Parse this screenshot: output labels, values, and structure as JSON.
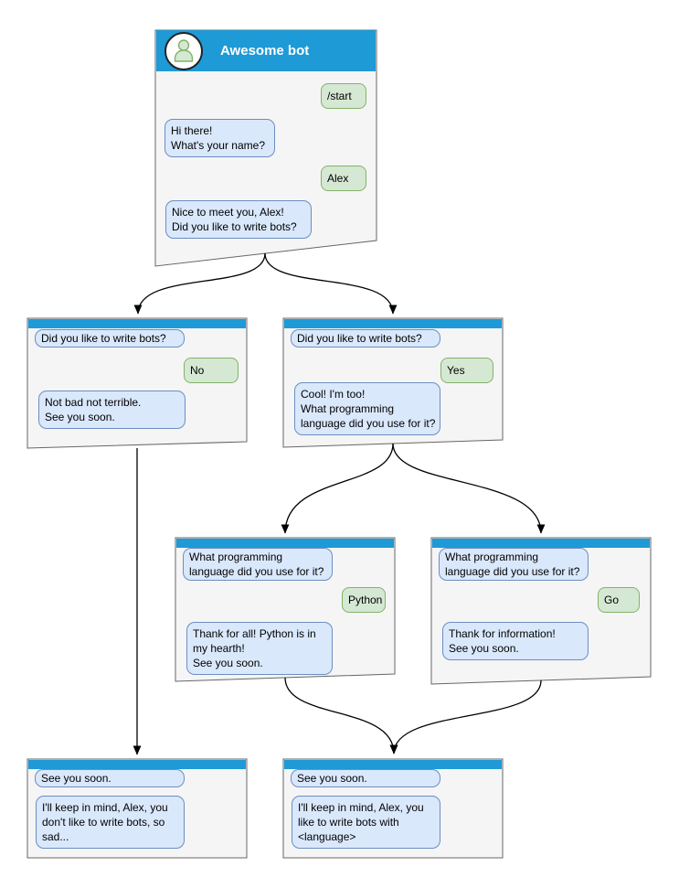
{
  "colors": {
    "header_blue": "#1e9ad6",
    "bot_bubble_fill": "#dae8fc",
    "bot_bubble_border": "#6c8ebf",
    "user_bubble_fill": "#d5e8d4",
    "user_bubble_border": "#82b366",
    "window_fill": "#f5f5f5",
    "window_border": "#666666",
    "arrow_color": "#000000",
    "title_text": "#ffffff"
  },
  "icons": {
    "avatar": "bot-person-icon"
  },
  "windows": {
    "main": {
      "title": "Awesome bot",
      "messages": [
        {
          "from": "user",
          "text": "/start"
        },
        {
          "from": "bot",
          "text": "Hi there!\nWhat's your name?"
        },
        {
          "from": "user",
          "text": "Alex"
        },
        {
          "from": "bot",
          "text": "Nice to meet you, Alex!\nDid you like to write bots?"
        }
      ]
    },
    "no_branch": {
      "messages": [
        {
          "from": "bot",
          "text": "Did you like to write bots?"
        },
        {
          "from": "user",
          "text": "No"
        },
        {
          "from": "bot",
          "text": "Not bad not terrible.\nSee you soon."
        }
      ]
    },
    "yes_branch": {
      "messages": [
        {
          "from": "bot",
          "text": "Did you like to write bots?"
        },
        {
          "from": "user",
          "text": "Yes"
        },
        {
          "from": "bot",
          "text": "Cool! I'm too!\nWhat programming\nlanguage did you use for it?"
        }
      ]
    },
    "python_branch": {
      "messages": [
        {
          "from": "bot",
          "text": "What programming\nlanguage did you use for it?"
        },
        {
          "from": "user",
          "text": "Python"
        },
        {
          "from": "bot",
          "text": "Thank for all! Python is in\nmy hearth!\nSee you soon."
        }
      ]
    },
    "go_branch": {
      "messages": [
        {
          "from": "bot",
          "text": "What programming\nlanguage did you use for it?"
        },
        {
          "from": "user",
          "text": "Go"
        },
        {
          "from": "bot",
          "text": "Thank for information!\nSee you soon."
        }
      ]
    },
    "end_no": {
      "messages": [
        {
          "from": "bot",
          "text": "See you soon."
        },
        {
          "from": "bot",
          "text": "I'll keep in mind, Alex, you\ndon't like to write bots, so\nsad..."
        }
      ]
    },
    "end_language": {
      "messages": [
        {
          "from": "bot",
          "text": "See you soon."
        },
        {
          "from": "bot",
          "text": "I'll keep in mind, Alex, you\nlike to write bots with\n<language>"
        }
      ]
    }
  }
}
